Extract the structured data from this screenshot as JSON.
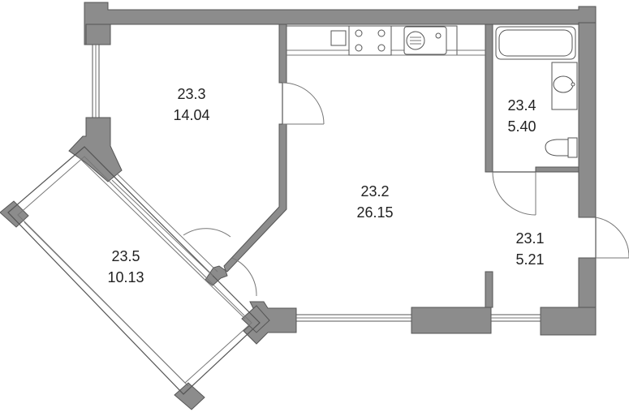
{
  "rooms": [
    {
      "id": "r233",
      "number": "23.3",
      "area": "14.04"
    },
    {
      "id": "r232",
      "number": "23.2",
      "area": "26.15"
    },
    {
      "id": "r234",
      "number": "23.4",
      "area": "5.40"
    },
    {
      "id": "r231",
      "number": "23.1",
      "area": "5.21"
    },
    {
      "id": "r235",
      "number": "23.5",
      "area": "10.13"
    }
  ]
}
